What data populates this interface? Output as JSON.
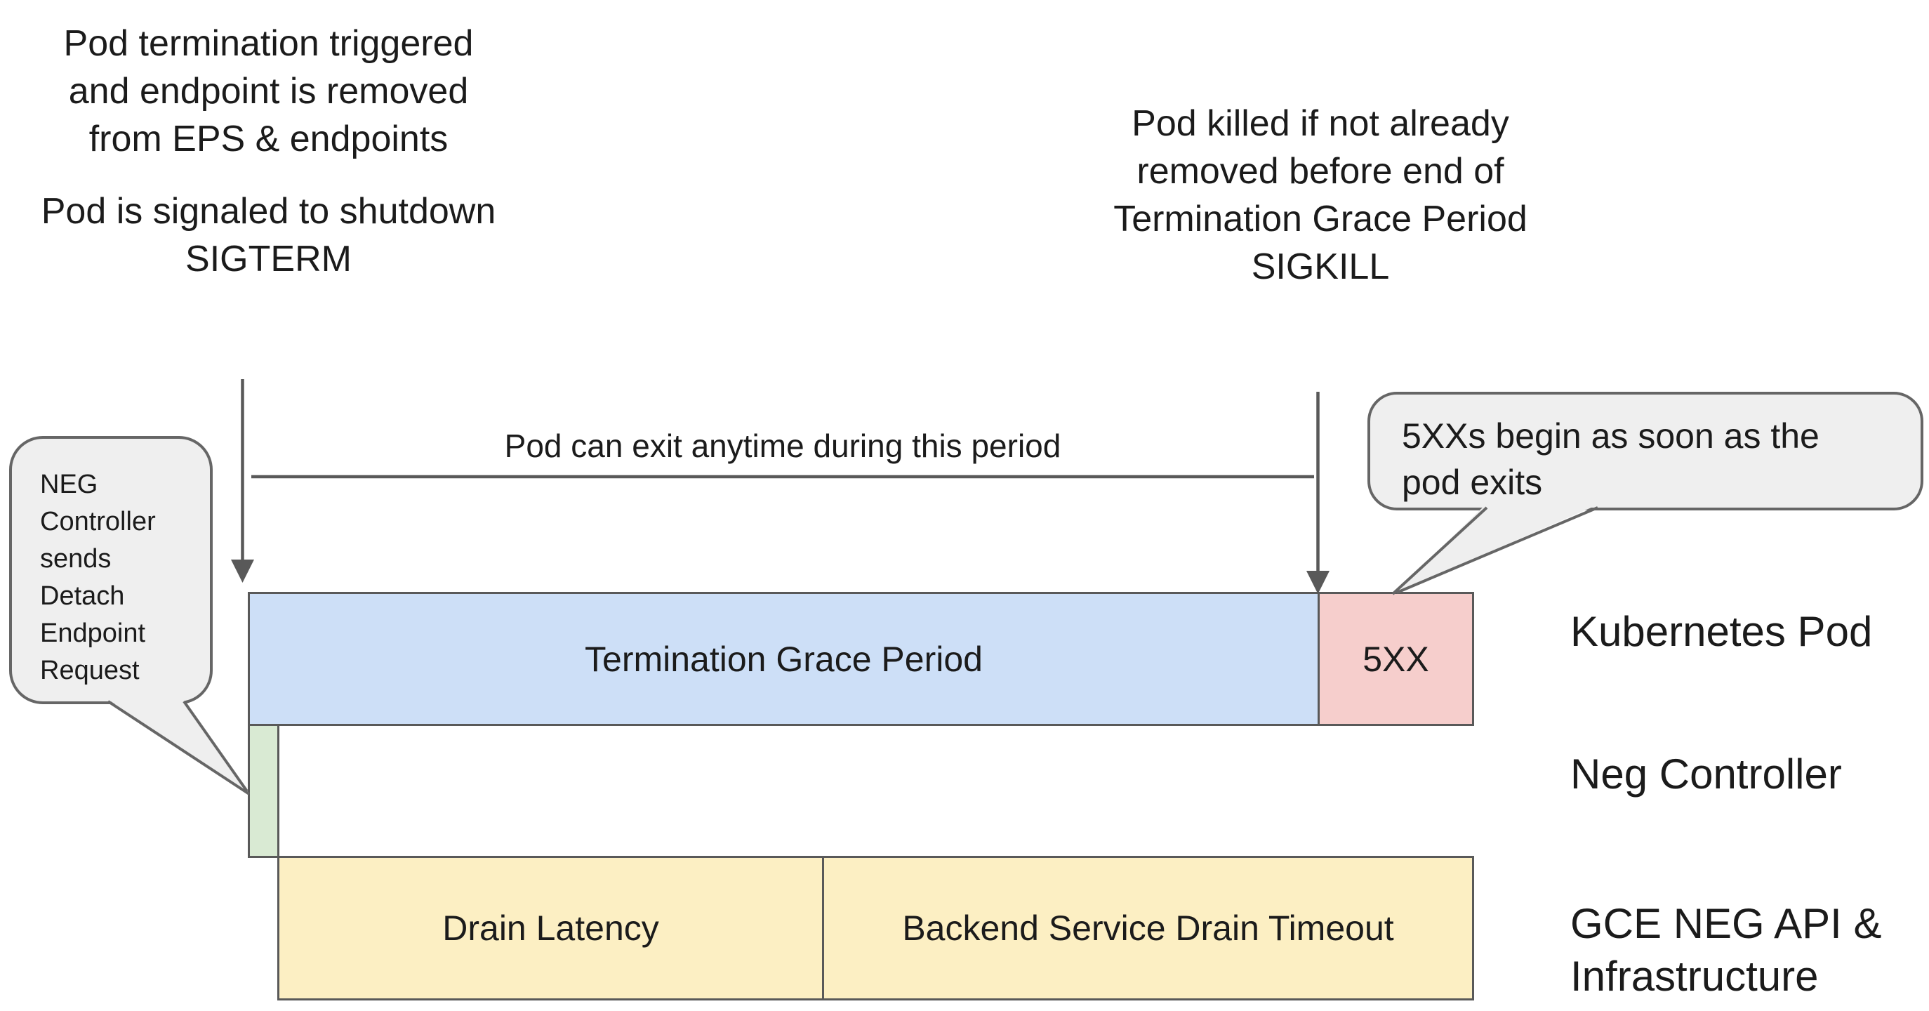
{
  "title": "Pod termination / NEG drain timeline diagram",
  "colors": {
    "grace_bar": "#cddff7",
    "error_bar": "#f6cecc",
    "neg_bar": "#d9ead3",
    "drain_bar": "#fcefc3",
    "outline": "#595959",
    "bubble_fill": "#efefef",
    "bubble_border": "#666666",
    "text": "#1b1b1b"
  },
  "annotations": {
    "top_left": {
      "para1": [
        "Pod termination triggered",
        "and endpoint is removed",
        "from EPS & endpoints"
      ],
      "para2": [
        "Pod is signaled to shutdown",
        "SIGTERM"
      ]
    },
    "top_right": {
      "lines": [
        "Pod killed if not already",
        "removed before end of",
        "Termination Grace Period",
        "SIGKILL"
      ]
    },
    "period_note": "Pod can exit anytime during this period"
  },
  "callouts": {
    "left": {
      "lines": [
        "NEG",
        "Controller",
        "sends",
        "Detach",
        "Endpoint",
        "Request"
      ]
    },
    "right": {
      "lines": [
        "5XXs begin as soon as the",
        "pod exits"
      ]
    }
  },
  "timeline": {
    "kubernetes_pod": {
      "grace_label": "Termination Grace Period",
      "error_label": "5XX"
    },
    "gce": {
      "drain_latency_label": "Drain Latency",
      "drain_timeout_label": "Backend Service Drain Timeout"
    }
  },
  "lane_labels": {
    "pod": "Kubernetes Pod",
    "neg": "Neg Controller",
    "gce_line1": "GCE NEG API &",
    "gce_line2": "Infrastructure"
  }
}
